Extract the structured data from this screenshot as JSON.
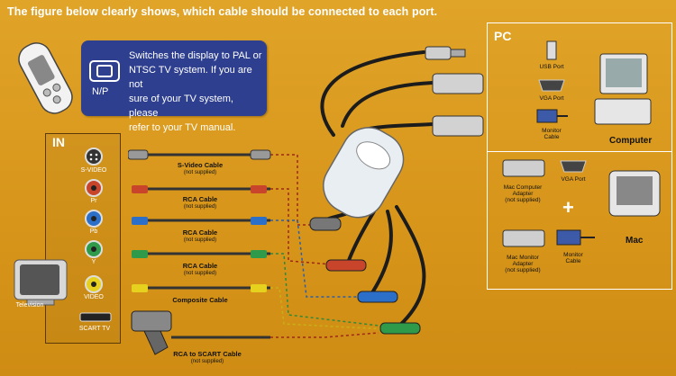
{
  "heading": "The figure below clearly shows, which cable should be connected to each port.",
  "np_info": {
    "button_label": "N/P",
    "text_lines": [
      "Switches the display to PAL or",
      "NTSC TV system. If you are not",
      "sure of your TV system, please",
      "refer to your TV manual."
    ]
  },
  "in_panel": {
    "title": "IN",
    "ports": [
      "S-VIDEO",
      "Pr",
      "Pb",
      "Y",
      "VIDEO",
      "SCART TV"
    ],
    "television_label": "Television"
  },
  "cables": [
    {
      "name": "S-Video Cable",
      "note": "(not supplied)"
    },
    {
      "name": "RCA Cable",
      "note": "(not supplied)"
    },
    {
      "name": "RCA Cable",
      "note": "(not supplied)"
    },
    {
      "name": "RCA Cable",
      "note": "(not supplied)"
    },
    {
      "name": "Composite Cable",
      "note": ""
    },
    {
      "name": "RCA to SCART Cable",
      "note": "(not supplied)"
    }
  ],
  "pc_panel": {
    "title": "PC",
    "usb_port": "USB Port",
    "vga_port": "VGA Port",
    "monitor_cable": [
      "Monitor",
      "Cable"
    ],
    "computer": "Computer"
  },
  "mac_panel": {
    "mac_computer_adapter": [
      "Mac Computer",
      "Adapter",
      "(not supplied)"
    ],
    "vga_port": "VGA Port",
    "mac_monitor_adapter": [
      "Mac Monitor",
      "Adapter",
      "(not supplied)"
    ],
    "monitor_cable": [
      "Monitor",
      "Cable"
    ],
    "mac": "Mac",
    "plus": "+"
  },
  "colors": {
    "background": "#d99a1e",
    "np_box": "#2e3f8f",
    "pr_jack": "#c8452c",
    "pb_jack": "#2c6fc8",
    "y_jack": "#2f9a4a",
    "video_jack": "#e6d21e"
  },
  "icons": [
    "remote-control-icon",
    "np-button-icon",
    "television-icon",
    "computer-icon",
    "mac-icon",
    "usb-port-icon",
    "vga-port-icon",
    "adapter-icon",
    "device-box-icon"
  ]
}
